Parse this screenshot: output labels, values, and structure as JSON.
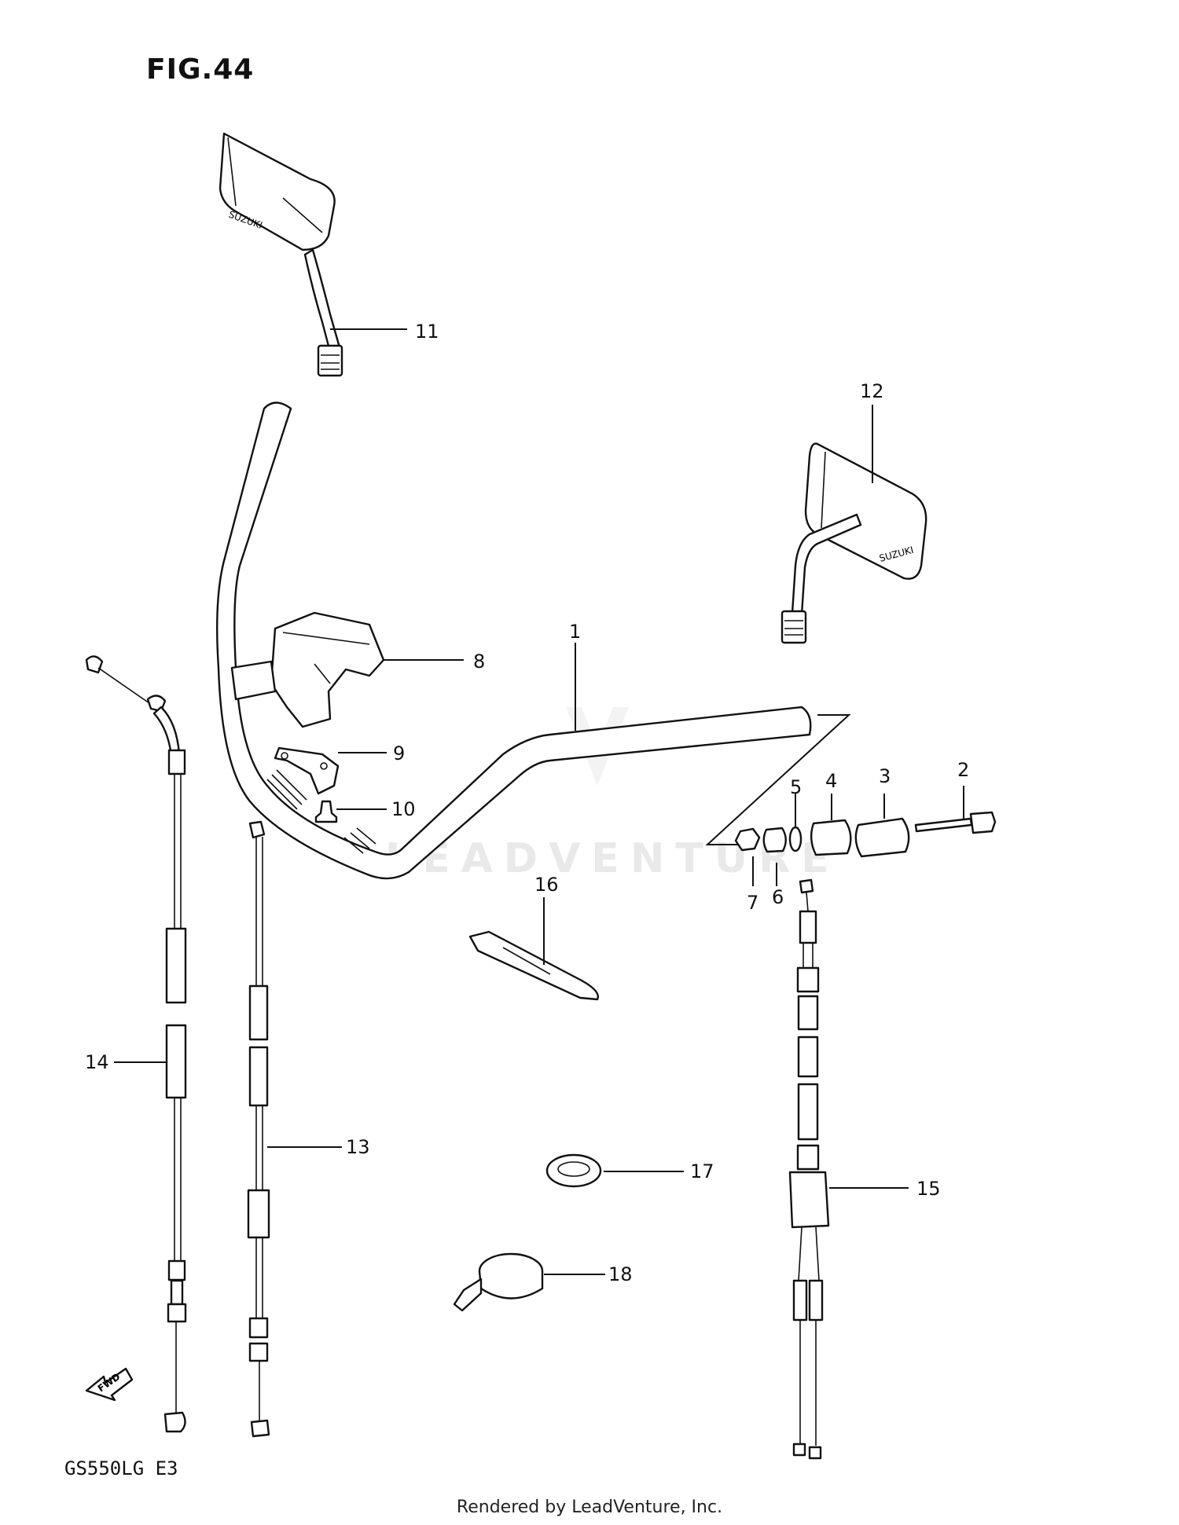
{
  "figure": {
    "title": "FIG.44",
    "model_code": "GS550LG E3",
    "footer": "Rendered by LeadVenture, Inc.",
    "watermark": "LEADVENTURE",
    "fwd_label": "FWD",
    "mirror_brand": "SUZUKI"
  },
  "callouts": [
    {
      "id": "c1",
      "label": "1"
    },
    {
      "id": "c2",
      "label": "2"
    },
    {
      "id": "c3",
      "label": "3"
    },
    {
      "id": "c4",
      "label": "4"
    },
    {
      "id": "c5",
      "label": "5"
    },
    {
      "id": "c6",
      "label": "6"
    },
    {
      "id": "c7",
      "label": "7"
    },
    {
      "id": "c8",
      "label": "8"
    },
    {
      "id": "c9",
      "label": "9"
    },
    {
      "id": "c10",
      "label": "10"
    },
    {
      "id": "c11",
      "label": "11"
    },
    {
      "id": "c12",
      "label": "12"
    },
    {
      "id": "c13",
      "label": "13"
    },
    {
      "id": "c14",
      "label": "14"
    },
    {
      "id": "c15",
      "label": "15"
    },
    {
      "id": "c16",
      "label": "16"
    },
    {
      "id": "c17",
      "label": "17"
    },
    {
      "id": "c18",
      "label": "18"
    }
  ]
}
